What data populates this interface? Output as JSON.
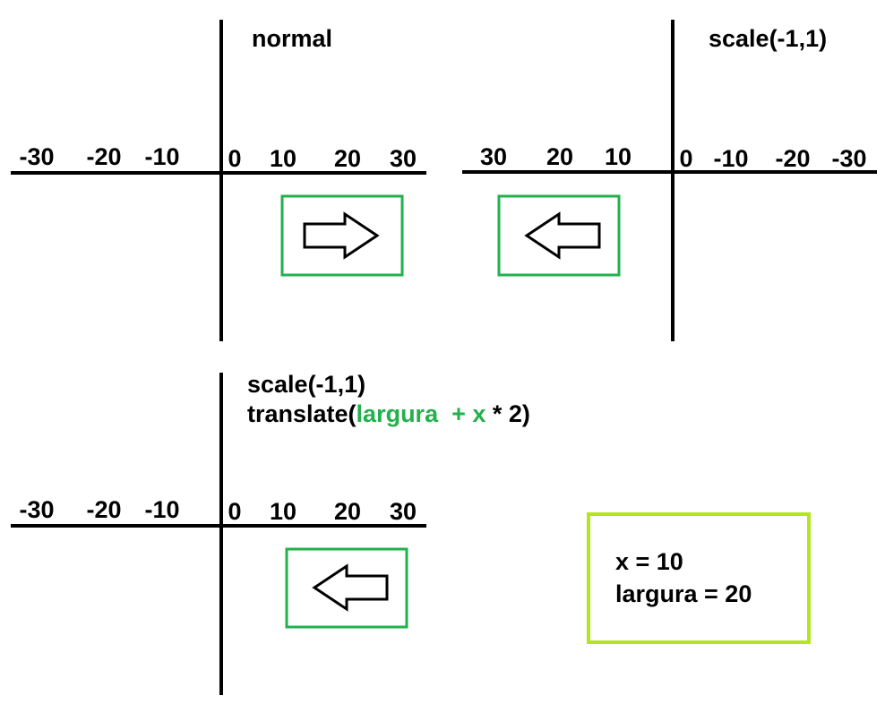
{
  "panels": [
    {
      "id": "normal",
      "title": "normal",
      "ticks": [
        "-30",
        "-20",
        "-10",
        "0",
        "10",
        "20",
        "30"
      ],
      "arrow_direction": "right",
      "frame_color": "#22b14c"
    },
    {
      "id": "scaled",
      "title": "scale(-1,1)",
      "ticks": [
        "30",
        "20",
        "10",
        "0",
        "-10",
        "-20",
        "-30"
      ],
      "arrow_direction": "left",
      "frame_color": "#22b14c"
    },
    {
      "id": "scaled-translated",
      "title_line1": "scale(-1,1)",
      "title_line2_parts": [
        "translate(",
        "largura",
        "  + x",
        " * 2)"
      ],
      "ticks": [
        "-30",
        "-20",
        "-10",
        "0",
        "10",
        "20",
        "30"
      ],
      "arrow_direction": "left",
      "frame_color": "#22b14c"
    }
  ],
  "legend": {
    "line1": "x = 10",
    "line2": "largura = 20",
    "border_color": "#b5e61d"
  },
  "colors": {
    "axis": "#000000",
    "highlight": "#22b14c"
  }
}
